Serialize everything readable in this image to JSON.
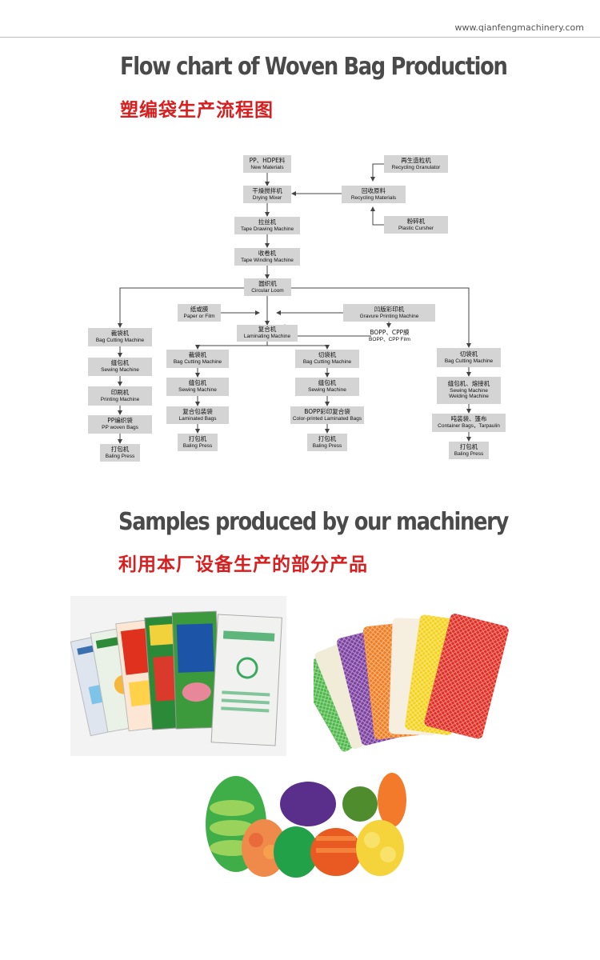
{
  "header": {
    "url": "www.qianfengmachinery.com"
  },
  "flowchart": {
    "title_en": "Flow chart of Woven Bag Production",
    "title_cn": "塑编袋生产流程图",
    "nodes": {
      "new_materials": {
        "cn": "PP、HDPE料",
        "en": "New Materials"
      },
      "recycling_granulator": {
        "cn": "再生造粒机",
        "en": "Recycling Granulator"
      },
      "drying_mixer": {
        "cn": "干燥搅拌机",
        "en": "Drying Mixer"
      },
      "recycling_materials": {
        "cn": "回收原料",
        "en": "Recycling Materials"
      },
      "tape_drawing": {
        "cn": "拉丝机",
        "en": "Tape Drawing Machine"
      },
      "plastic_crusher": {
        "cn": "粉碎机",
        "en": "Plastic Cursher"
      },
      "tape_winding": {
        "cn": "收卷机",
        "en": "Tape Winding Machine"
      },
      "circular_loom": {
        "cn": "圆织机",
        "en": "Circular Loom"
      },
      "paper_film": {
        "cn": "纸或膜",
        "en": "Paper or Film"
      },
      "gravure_printing": {
        "cn": "凹版彩印机",
        "en": "Gravure Printing Machine"
      },
      "bopp_film": {
        "cn": "BOPP、CPP膜",
        "en": "BOPP、CPP Film"
      },
      "laminating": {
        "cn": "复合机",
        "en": "Laminating Machine"
      },
      "l_cutting": {
        "cn": "裁袋机",
        "en": "Bag Cutting Machine"
      },
      "l_sewing": {
        "cn": "缝包机",
        "en": "Sewing Machine"
      },
      "l_printing": {
        "cn": "印刷机",
        "en": "Printing Machine"
      },
      "l_pp_bags": {
        "cn": "PP编织袋",
        "en": "PP woven Bags"
      },
      "l_baling": {
        "cn": "打包机",
        "en": "Baling Press"
      },
      "m_cutting": {
        "cn": "裁袋机",
        "en": "Bag Cutting Machine"
      },
      "m_sewing": {
        "cn": "缝包机",
        "en": "Sewing Machine"
      },
      "m_laminated": {
        "cn": "复合包装袋",
        "en": "Laminated Bags"
      },
      "m_baling": {
        "cn": "打包机",
        "en": "Baling Press"
      },
      "r_cutting": {
        "cn": "切袋机",
        "en": "Bag Cutting Machine"
      },
      "r_sewing": {
        "cn": "缝包机",
        "en": "Sewing Machine"
      },
      "r_bopp_bags": {
        "cn": "BOPP彩印复合袋",
        "en": "Color-printed Laminated Bags"
      },
      "r_baling": {
        "cn": "打包机",
        "en": "Baling Press"
      },
      "c_cutting": {
        "cn": "切袋机",
        "en": "Bag Cutting Machine"
      },
      "c_sewing": {
        "cn": "缝包机、熔接机",
        "en": "Sewing Machine",
        "en2": "Welding Machine"
      },
      "c_container": {
        "cn": "吨装袋、篷布",
        "en": "Container Bags，Tarpaulin"
      },
      "c_baling": {
        "cn": "打包机",
        "en": "Baling Press"
      }
    }
  },
  "samples": {
    "title_en": "Samples produced by our machinery",
    "title_cn": "利用本厂设备生产的部分产品"
  },
  "colors": {
    "title_gray": "#4a4a4a",
    "title_red": "#d81e1e",
    "node_fill": "#d4d4d4",
    "line": "#444444"
  }
}
